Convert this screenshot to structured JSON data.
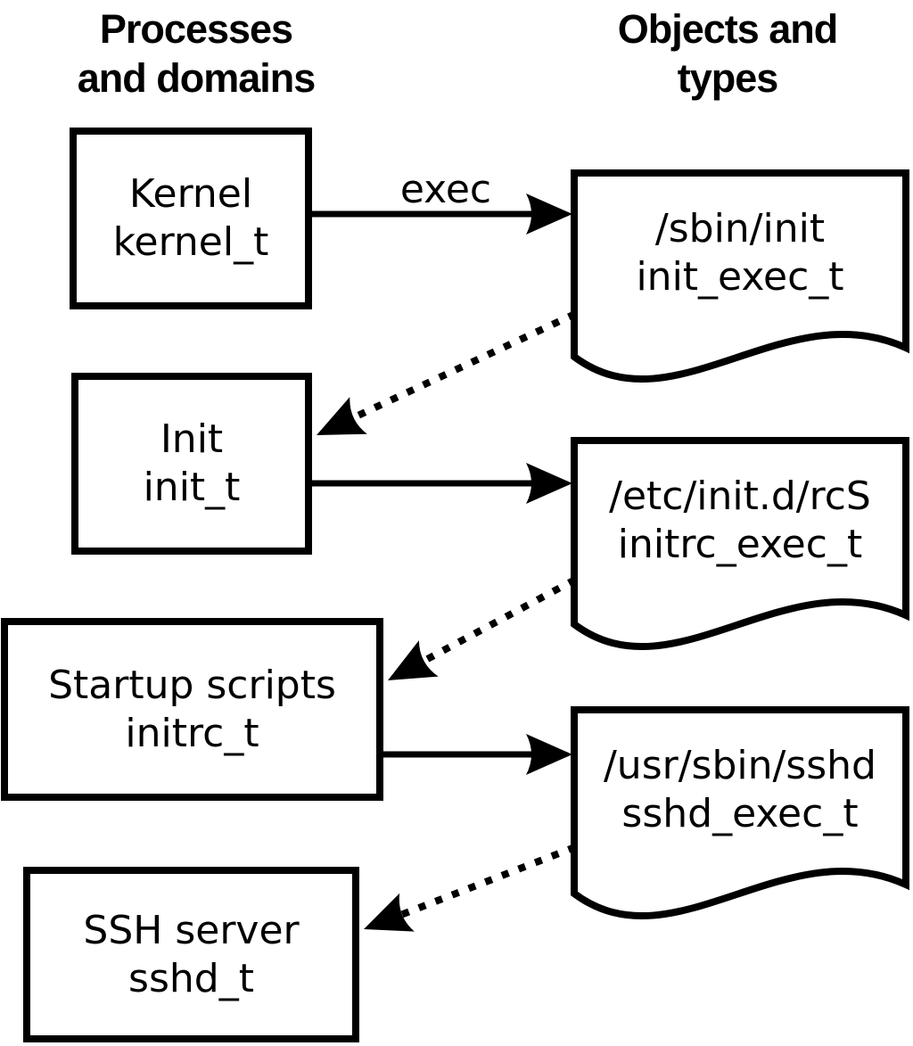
{
  "title_columns": {
    "left": {
      "line1": "Processes",
      "line2": "and domains"
    },
    "right": {
      "line1": "Objects and",
      "line2": "types"
    }
  },
  "process_boxes": [
    {
      "name": "Kernel",
      "type": "kernel_t"
    },
    {
      "name": "Init",
      "type": "init_t"
    },
    {
      "name": "Startup scripts",
      "type": "initrc_t"
    },
    {
      "name": "SSH server",
      "type": "sshd_t"
    }
  ],
  "object_docs": [
    {
      "path": "/sbin/init",
      "type": "init_exec_t"
    },
    {
      "path": "/etc/init.d/rcS",
      "type": "initrc_exec_t"
    },
    {
      "path": "/usr/sbin/sshd",
      "type": "sshd_exec_t"
    }
  ],
  "arrows": {
    "exec_label": "exec",
    "solid": [
      {
        "from": "kernel_t",
        "to": "/sbin/init"
      },
      {
        "from": "init_t",
        "to": "/etc/init.d/rcS"
      },
      {
        "from": "initrc_t",
        "to": "/usr/sbin/sshd"
      }
    ],
    "dotted": [
      {
        "from": "/sbin/init",
        "to": "init_t"
      },
      {
        "from": "/etc/init.d/rcS",
        "to": "initrc_t"
      },
      {
        "from": "/usr/sbin/sshd",
        "to": "sshd_t"
      }
    ]
  },
  "colors": {
    "ink": "#000000",
    "background": "#ffffff"
  }
}
